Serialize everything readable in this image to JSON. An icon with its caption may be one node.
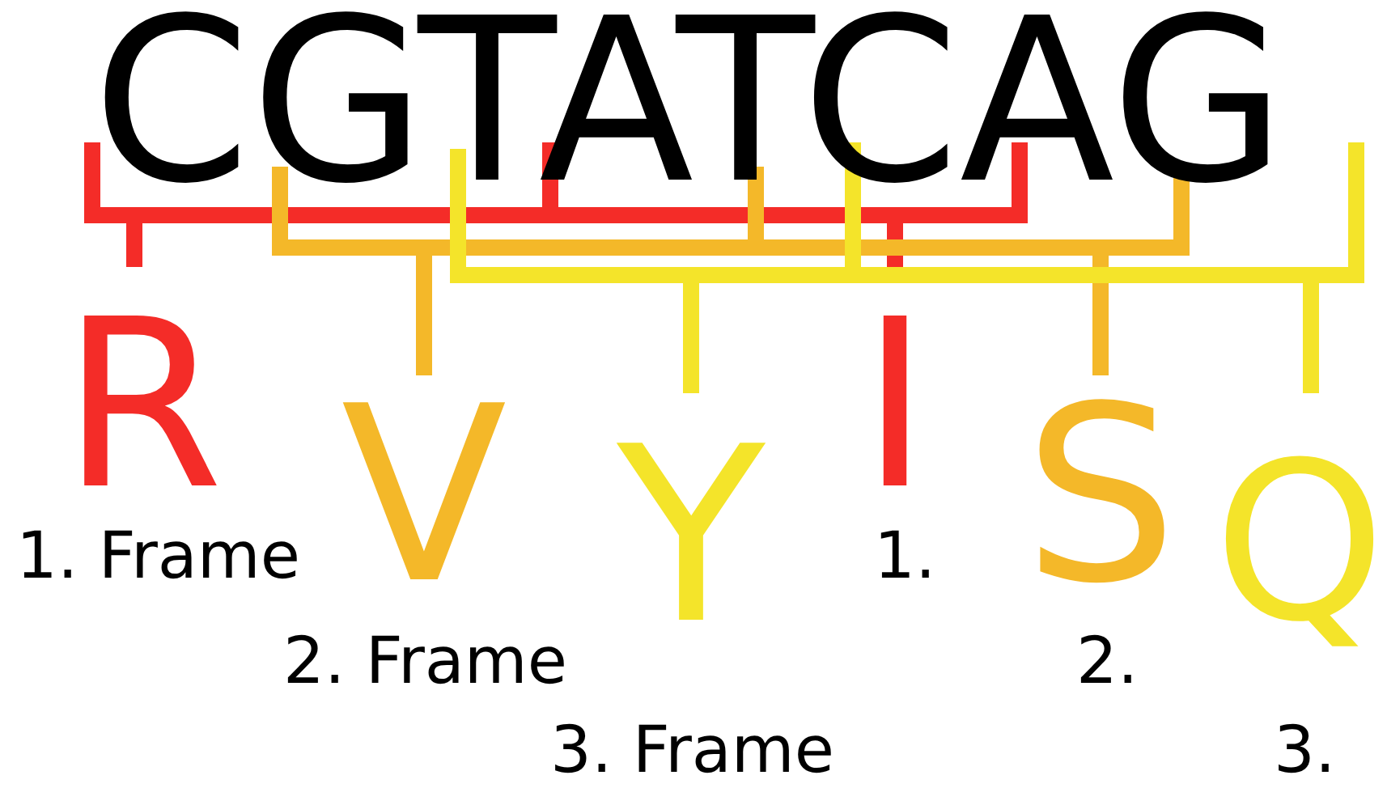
{
  "diagram": {
    "labels": [
      "CGTATCAG",
      "R",
      "V",
      "Y",
      "I",
      "S",
      "Q",
      "1. Frame",
      "1.",
      "2. Frame",
      "2.",
      "3. Frame",
      "3."
    ]
  }
}
